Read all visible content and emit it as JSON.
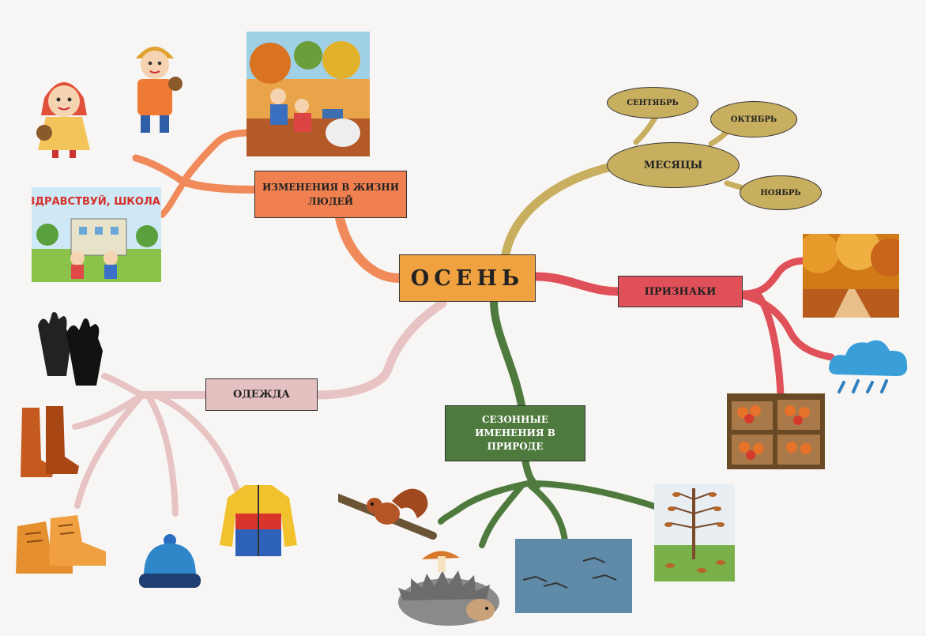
{
  "center": {
    "label": "ОСЕНЬ"
  },
  "branches": {
    "people": {
      "label": "ИЗМЕНЕНИЯ В ЖИЗНИ ЛЮДЕЙ",
      "color": "#f08050"
    },
    "months": {
      "label": "МЕСЯЦЫ",
      "color": "#c8ae5f",
      "items": [
        "СЕНТЯБРЬ",
        "ОКТЯБРЬ",
        "НОЯБРЬ"
      ]
    },
    "signs": {
      "label": "ПРИЗНАКИ",
      "color": "#e05058"
    },
    "clothes": {
      "label": "ОДЕЖДА",
      "color": "#e4c0c0"
    },
    "nature": {
      "label": "СЕЗОННЫЕ ИМЕНЕНИЯ В ПРИРОДЕ",
      "color": "#4f7a3e"
    }
  },
  "pictures": {
    "school_sign": "ЗДРАВСТВУЙ, ШКОЛА!"
  }
}
